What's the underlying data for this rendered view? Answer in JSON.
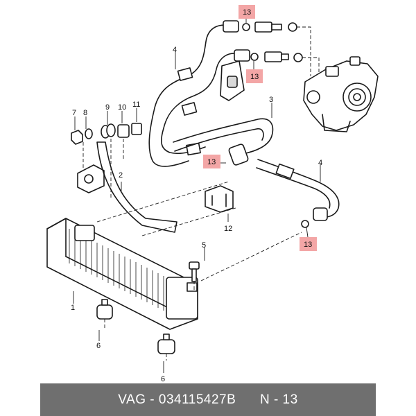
{
  "callouts": {
    "c1": "1",
    "c2": "2",
    "c3": "3",
    "c4a": "4",
    "c4b": "4",
    "c5": "5",
    "c6a": "6",
    "c6b": "6",
    "c7": "7",
    "c8": "8",
    "c9": "9",
    "c10": "10",
    "c11": "11",
    "c12": "12"
  },
  "highlighted": {
    "h1": "13",
    "h2": "13",
    "h3": "13",
    "h4": "13"
  },
  "colors": {
    "highlight": "#f3a6a6",
    "footer_bg": "#6f6f6f",
    "footer_text": "#ffffff"
  },
  "footer": {
    "part_number": "VAG - 034115427B",
    "position": "N - 13"
  }
}
